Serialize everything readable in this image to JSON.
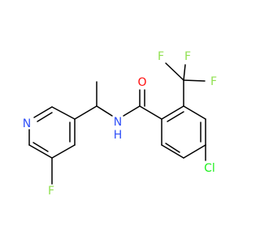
{
  "molecule": {
    "atoms": {
      "O": {
        "symbol": "O",
        "color": "#ff0d0d"
      },
      "N": {
        "symbol": "N",
        "color": "#3050f8"
      },
      "H": {
        "symbol": "H",
        "color": "#3050f8"
      },
      "Npy": {
        "symbol": "N",
        "color": "#3050f8"
      },
      "F1": {
        "symbol": "F",
        "color": "#90e050"
      },
      "F2": {
        "symbol": "F",
        "color": "#90e050"
      },
      "F3": {
        "symbol": "F",
        "color": "#90e050"
      },
      "F4": {
        "symbol": "F",
        "color": "#90e050"
      },
      "Cl": {
        "symbol": "Cl",
        "color": "#1ff01f"
      }
    },
    "bond_color": "#000000"
  }
}
